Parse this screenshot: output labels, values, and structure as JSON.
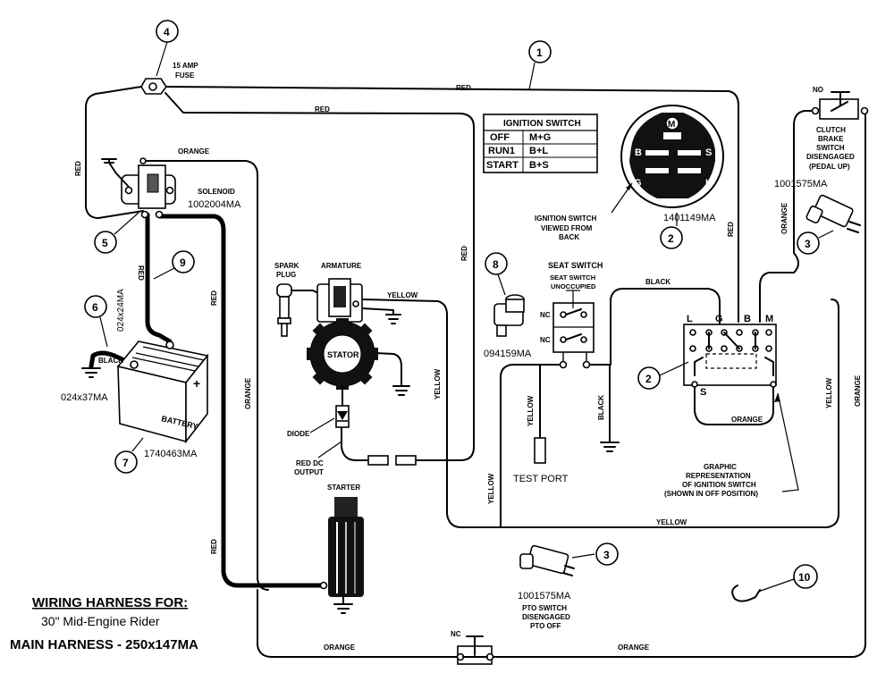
{
  "title": {
    "line1": "WIRING HARNESS FOR:",
    "line2": "30\" Mid-Engine Rider",
    "line3": "MAIN HARNESS - 250x147MA"
  },
  "callouts": [
    "1",
    "2",
    "3",
    "4",
    "5",
    "6",
    "7",
    "8",
    "9",
    "10"
  ],
  "fuse": {
    "label1": "15 AMP",
    "label2": "FUSE"
  },
  "solenoid": {
    "label": "SOLENOID",
    "part": "1002004MA"
  },
  "ignition_table": {
    "header": "IGNITION SWITCH",
    "rows": [
      {
        "pos": "OFF",
        "conn": "M+G"
      },
      {
        "pos": "RUN1",
        "conn": "B+L"
      },
      {
        "pos": "START",
        "conn": "B+S"
      }
    ]
  },
  "ignition_back": {
    "terminals": [
      "M",
      "B",
      "S",
      "G",
      "L"
    ],
    "note1": "IGNITION SWITCH",
    "note2": "VIEWED FROM",
    "note3": "BACK",
    "part": "1401149MA"
  },
  "ignition_graphic": {
    "terminals": [
      "L",
      "G",
      "B",
      "M",
      "S"
    ],
    "note1": "GRAPHIC",
    "note2": "REPRESENTATION",
    "note3": "OF IGNITION SWITCH",
    "note4": "(SHOWN IN OFF POSITION)"
  },
  "clutch_switch": {
    "state": "NO",
    "line1": "CLUTCH",
    "line2": "BRAKE",
    "line3": "SWITCH",
    "line4": "DISENGAGED",
    "line5": "(PEDAL UP)",
    "part": "1001575MA"
  },
  "pto_switch": {
    "state": "NC",
    "part": "1001575MA",
    "line1": "PTO SWITCH",
    "line2": "DISENGAGED",
    "line3": "PTO OFF"
  },
  "seat_switch": {
    "title": "SEAT SWITCH",
    "sub1": "SEAT SWITCH",
    "sub2": "UNOCCUPIED",
    "nc1": "NC",
    "nc2": "NC",
    "part": "094159MA"
  },
  "battery": {
    "label": "BATTERY",
    "plus": "+",
    "part": "1740463MA"
  },
  "ground_cable": {
    "label": "BLACK",
    "part": "024x37MA"
  },
  "battery_cable": {
    "part": "024x24MA"
  },
  "engine": {
    "spark1": "SPARK",
    "spark2": "PLUG",
    "armature": "ARMATURE",
    "stator": "STATOR",
    "diode": "DIODE",
    "redc1": "RED DC",
    "redc2": "OUTPUT",
    "starter": "STARTER"
  },
  "test_port": "TEST PORT",
  "wire_labels": {
    "red": "RED",
    "orange": "ORANGE",
    "yellow": "YELLOW",
    "black": "BLACK"
  }
}
